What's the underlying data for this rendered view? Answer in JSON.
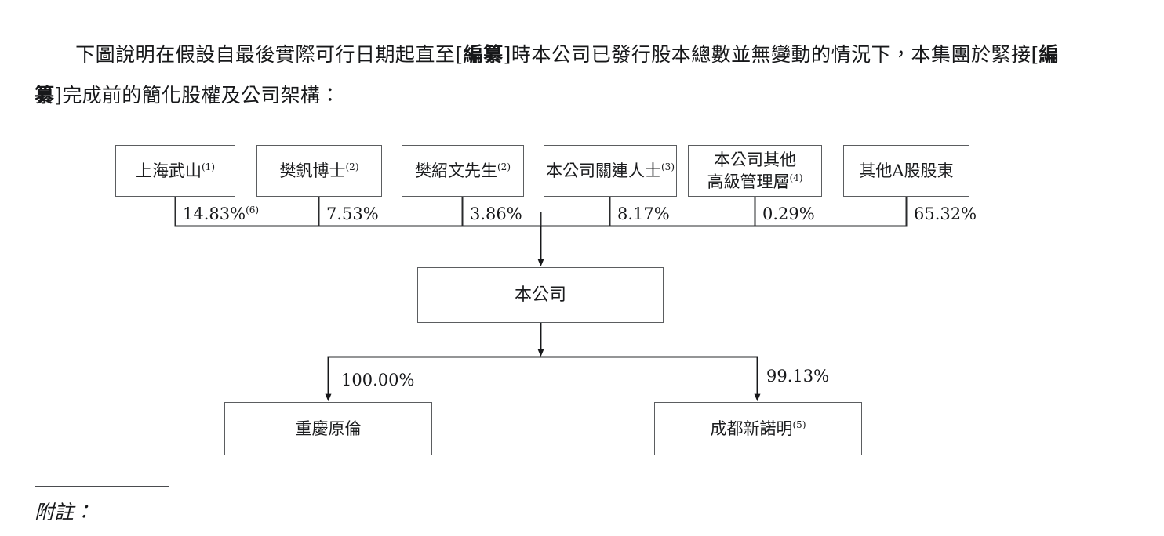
{
  "intro": {
    "indent": "",
    "segment_1": "下圖說明在假設自最後實際可行日期起直至",
    "bracket_open_1": "[",
    "bold_1": "編纂",
    "bracket_close_1": "]",
    "segment_2": "時本公司已發行股本總數並無變動的情況下，本集團於緊接",
    "bracket_open_2": "[",
    "bold_2": "編纂",
    "bracket_close_2": "]",
    "segment_3": "完成前的簡化股權及公司架構："
  },
  "diagram": {
    "shareholders": [
      {
        "name": "上海武山",
        "note": "(1)",
        "percent": "14.83%",
        "percent_note": "(6)"
      },
      {
        "name": "樊釩博士",
        "note": "(2)",
        "percent": "7.53%",
        "percent_note": ""
      },
      {
        "name": "樊紹文先生",
        "note": "(2)",
        "percent": "3.86%",
        "percent_note": ""
      },
      {
        "name": "本公司關連人士",
        "note": "(3)",
        "percent": "8.17%",
        "percent_note": ""
      },
      {
        "name_line1": "本公司其他",
        "name_line2": "高級管理層",
        "note": "(4)",
        "percent": "0.29%",
        "percent_note": ""
      },
      {
        "name": "其他A股股東",
        "note": "",
        "percent": "65.32%",
        "percent_note": ""
      }
    ],
    "company": {
      "name": "本公司",
      "note": ""
    },
    "subsidiaries": [
      {
        "name": "重慶原倫",
        "note": "",
        "percent": "100.00%"
      },
      {
        "name": "成都新諾明",
        "note": "(5)",
        "percent": "99.13%"
      }
    ]
  },
  "footnote": {
    "label": "附註："
  },
  "colors": {
    "box_border": "#5b5d60",
    "line": "#2a2b2d",
    "text": "#17181a",
    "page_background": "#ffffff"
  }
}
